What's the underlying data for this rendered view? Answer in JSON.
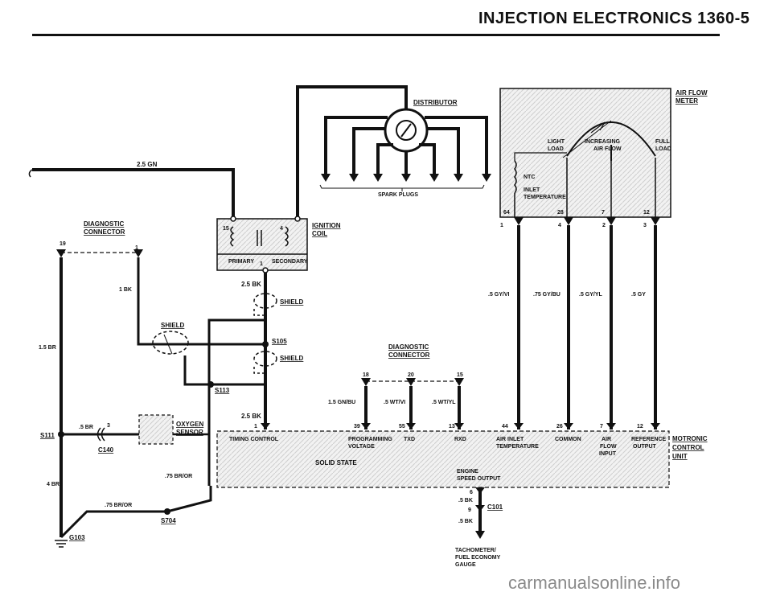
{
  "header": {
    "title": "INJECTION ELECTRONICS   1360-5"
  },
  "labels": {
    "distributor": "DISTRIBUTOR",
    "spark_plugs": "SPARK PLUGS",
    "afm_title_1": "AIR FLOW",
    "afm_title_2": "METER",
    "light_load_1": "LIGHT",
    "light_load_2": "LOAD",
    "increasing_1": "INCREASING",
    "increasing_2": "AIR FLOW",
    "full_load_1": "FULL",
    "full_load_2": "LOAD",
    "ntc": "NTC",
    "inlet_temp_1": "INLET",
    "inlet_temp_2": "TEMPERATURE",
    "wire_25gn": "2.5 GN",
    "diag_conn_1a": "DIAGNOSTIC",
    "diag_conn_1b": "CONNECTOR",
    "ignition_1": "IGNITION",
    "ignition_2": "COIL",
    "coil_15": "15",
    "coil_4": "4",
    "coil_1": "1",
    "primary": "PRIMARY",
    "secondary": "SECONDARY",
    "pin_19": "19",
    "pin_1": "1",
    "wire_1bk": "1 BK",
    "wire_25bk_a": "2.5 BK",
    "shield_a": "SHIELD",
    "shield_b": "SHIELD",
    "shield_c": "SHIELD",
    "s105": "S105",
    "s113": "S113",
    "wire_15br": "1.5 BR",
    "diag_conn_2a": "DIAGNOSTIC",
    "diag_conn_2b": "CONNECTOR",
    "dpin_18": "18",
    "dpin_20": "20",
    "dpin_15": "15",
    "wire_15gnbu": "1.5 GN/BU",
    "wire_5wtvi": ".5 WT/VI",
    "wire_5wtyl": ".5 WT/YL",
    "wire_25bk_b": "2.5 BK",
    "wire_5gyvi": ".5 GY/VI",
    "wire_75gybu": ".75 GY/BU",
    "wire_5gyyl": ".5 GY/YL",
    "wire_5gy": ".5 GY",
    "afm_pin_64": "64",
    "afm_pin_28": "28",
    "afm_pin_7": "7",
    "afm_pin_12": "12",
    "afm_pin_1": "1",
    "afm_pin_4": "4",
    "afm_pin_2": "2",
    "afm_pin_3": "3",
    "s111": "S111",
    "wire_5br": ".5 BR",
    "oxy_pin_3": "3",
    "c140": "C140",
    "oxygen_1": "OXYGEN",
    "oxygen_2": "SENSOR",
    "wire_4br": "4 BR",
    "wire_75bror_a": ".75 BR/OR",
    "wire_75bror_b": ".75 BR/OR",
    "s704": "S704",
    "g103": "G103",
    "ecu_pin_1": "1",
    "ecu_pin_39": "39",
    "ecu_pin_55": "55",
    "ecu_pin_13": "13",
    "ecu_pin_44": "44",
    "ecu_pin_26": "26",
    "ecu_pin_7": "7",
    "ecu_pin_12": "12",
    "timing_control": "TIMING CONTROL",
    "programming_1": "PROGRAMMING",
    "programming_2": "VOLTAGE",
    "txd": "TXD",
    "rxd": "RXD",
    "air_inlet_1": "AIR INLET",
    "air_inlet_2": "TEMPERATURE",
    "common": "COMMON",
    "air_flow_in_1": "AIR",
    "air_flow_in_2": "FLOW",
    "air_flow_in_3": "INPUT",
    "reference_1": "REFERENCE",
    "reference_2": "OUTPUT",
    "solid_state": "SOLID STATE",
    "engine_speed_1": "ENGINE",
    "engine_speed_2": "SPEED OUTPUT",
    "motronic_1": "MOTRONIC",
    "motronic_2": "CONTROL",
    "motronic_3": "UNIT",
    "out_pin_6": "6",
    "wire_5bk_a": ".5 BK",
    "c101_pin_9": "9",
    "c101": "C101",
    "wire_5bk_b": ".5 BK",
    "tach_1": "TACHOMETER/",
    "tach_2": "FUEL ECONOMY",
    "tach_3": "GAUGE"
  },
  "watermark": "carmanualsonline.info"
}
